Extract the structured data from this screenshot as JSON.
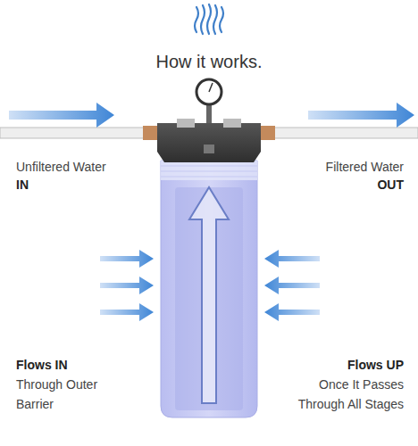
{
  "diagram": {
    "title": "How it works.",
    "labels": [
      "Unfiltered Water",
      "IN",
      "Filtered Water",
      "OUT",
      "Flows IN",
      "Through Outer Barrier",
      "Flows UP",
      "Once It Passes Through All Stages"
    ]
  }
}
